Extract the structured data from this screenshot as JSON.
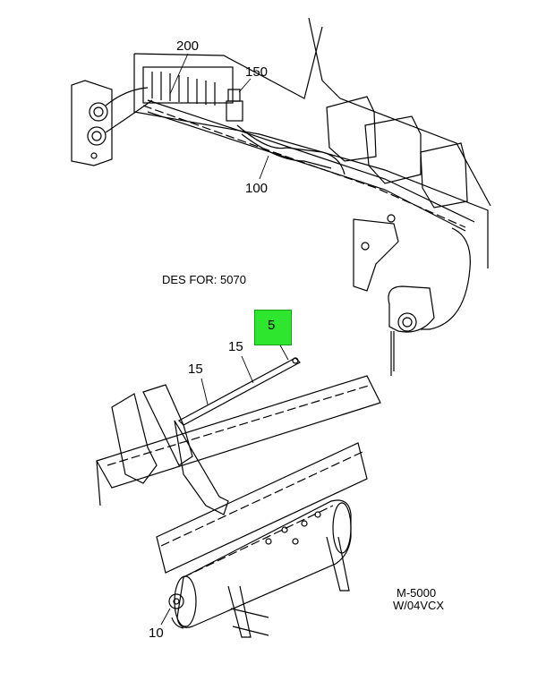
{
  "callouts": {
    "c200": "200",
    "c150": "150",
    "c100": "100",
    "c5": "5",
    "c15a": "15",
    "c15b": "15",
    "c10": "10"
  },
  "note": "DES FOR: 5070",
  "drawing": {
    "number": "M-5000",
    "variant": "W/04VCX"
  },
  "colors": {
    "highlight": "#2ee62e",
    "line": "#000000"
  }
}
